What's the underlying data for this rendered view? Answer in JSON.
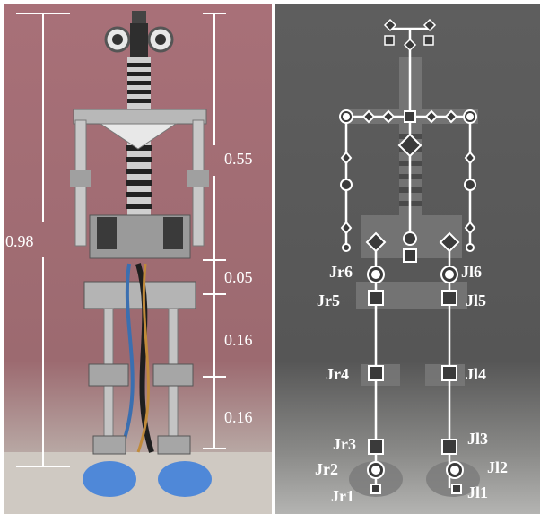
{
  "dimensions": {
    "total_height": "0.98",
    "upper_body": "0.55",
    "hip": "0.05",
    "thigh": "0.16",
    "shank": "0.16"
  },
  "joints_right": {
    "jr1": "Jr1",
    "jr2": "Jr2",
    "jr3": "Jr3",
    "jr4": "Jr4",
    "jr5": "Jr5",
    "jr6": "Jr6"
  },
  "joints_left": {
    "jl1": "Jl1",
    "jl2": "Jl2",
    "jl3": "Jl3",
    "jl4": "Jl4",
    "jl5": "Jl5",
    "jl6": "Jl6"
  },
  "colors": {
    "left_background": "#a87078",
    "right_background": "#5e5e5e",
    "annotation": "#ffffff"
  }
}
